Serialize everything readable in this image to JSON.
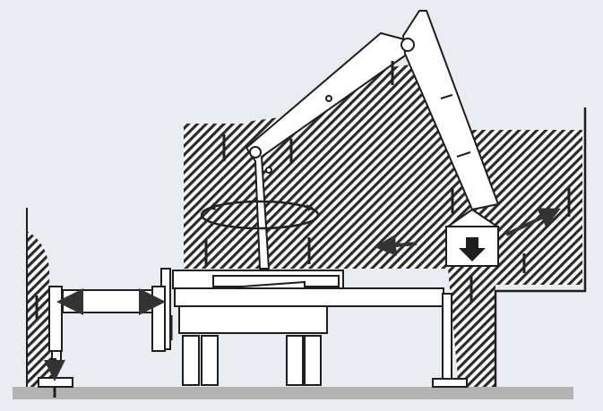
{
  "diagram": {
    "type": "crane-working-zone-schematic",
    "colors": {
      "background": "#e9edf1",
      "hatch": "#2b2b2b",
      "outline": "#1e1e1e",
      "structure_fill": "#ffffff",
      "ground": "#b3b3b3"
    },
    "elements": {
      "ground": "ground-strip",
      "hatched_zones": [
        "left-wall-zone",
        "main-working-zone",
        "right-block-zone"
      ],
      "load_box_icon": "down-arrow-icon",
      "rotation_indicator": "slew-ellipse",
      "extension_arrows": [
        "left-arrow-icon",
        "right-arrow-icon"
      ]
    }
  }
}
